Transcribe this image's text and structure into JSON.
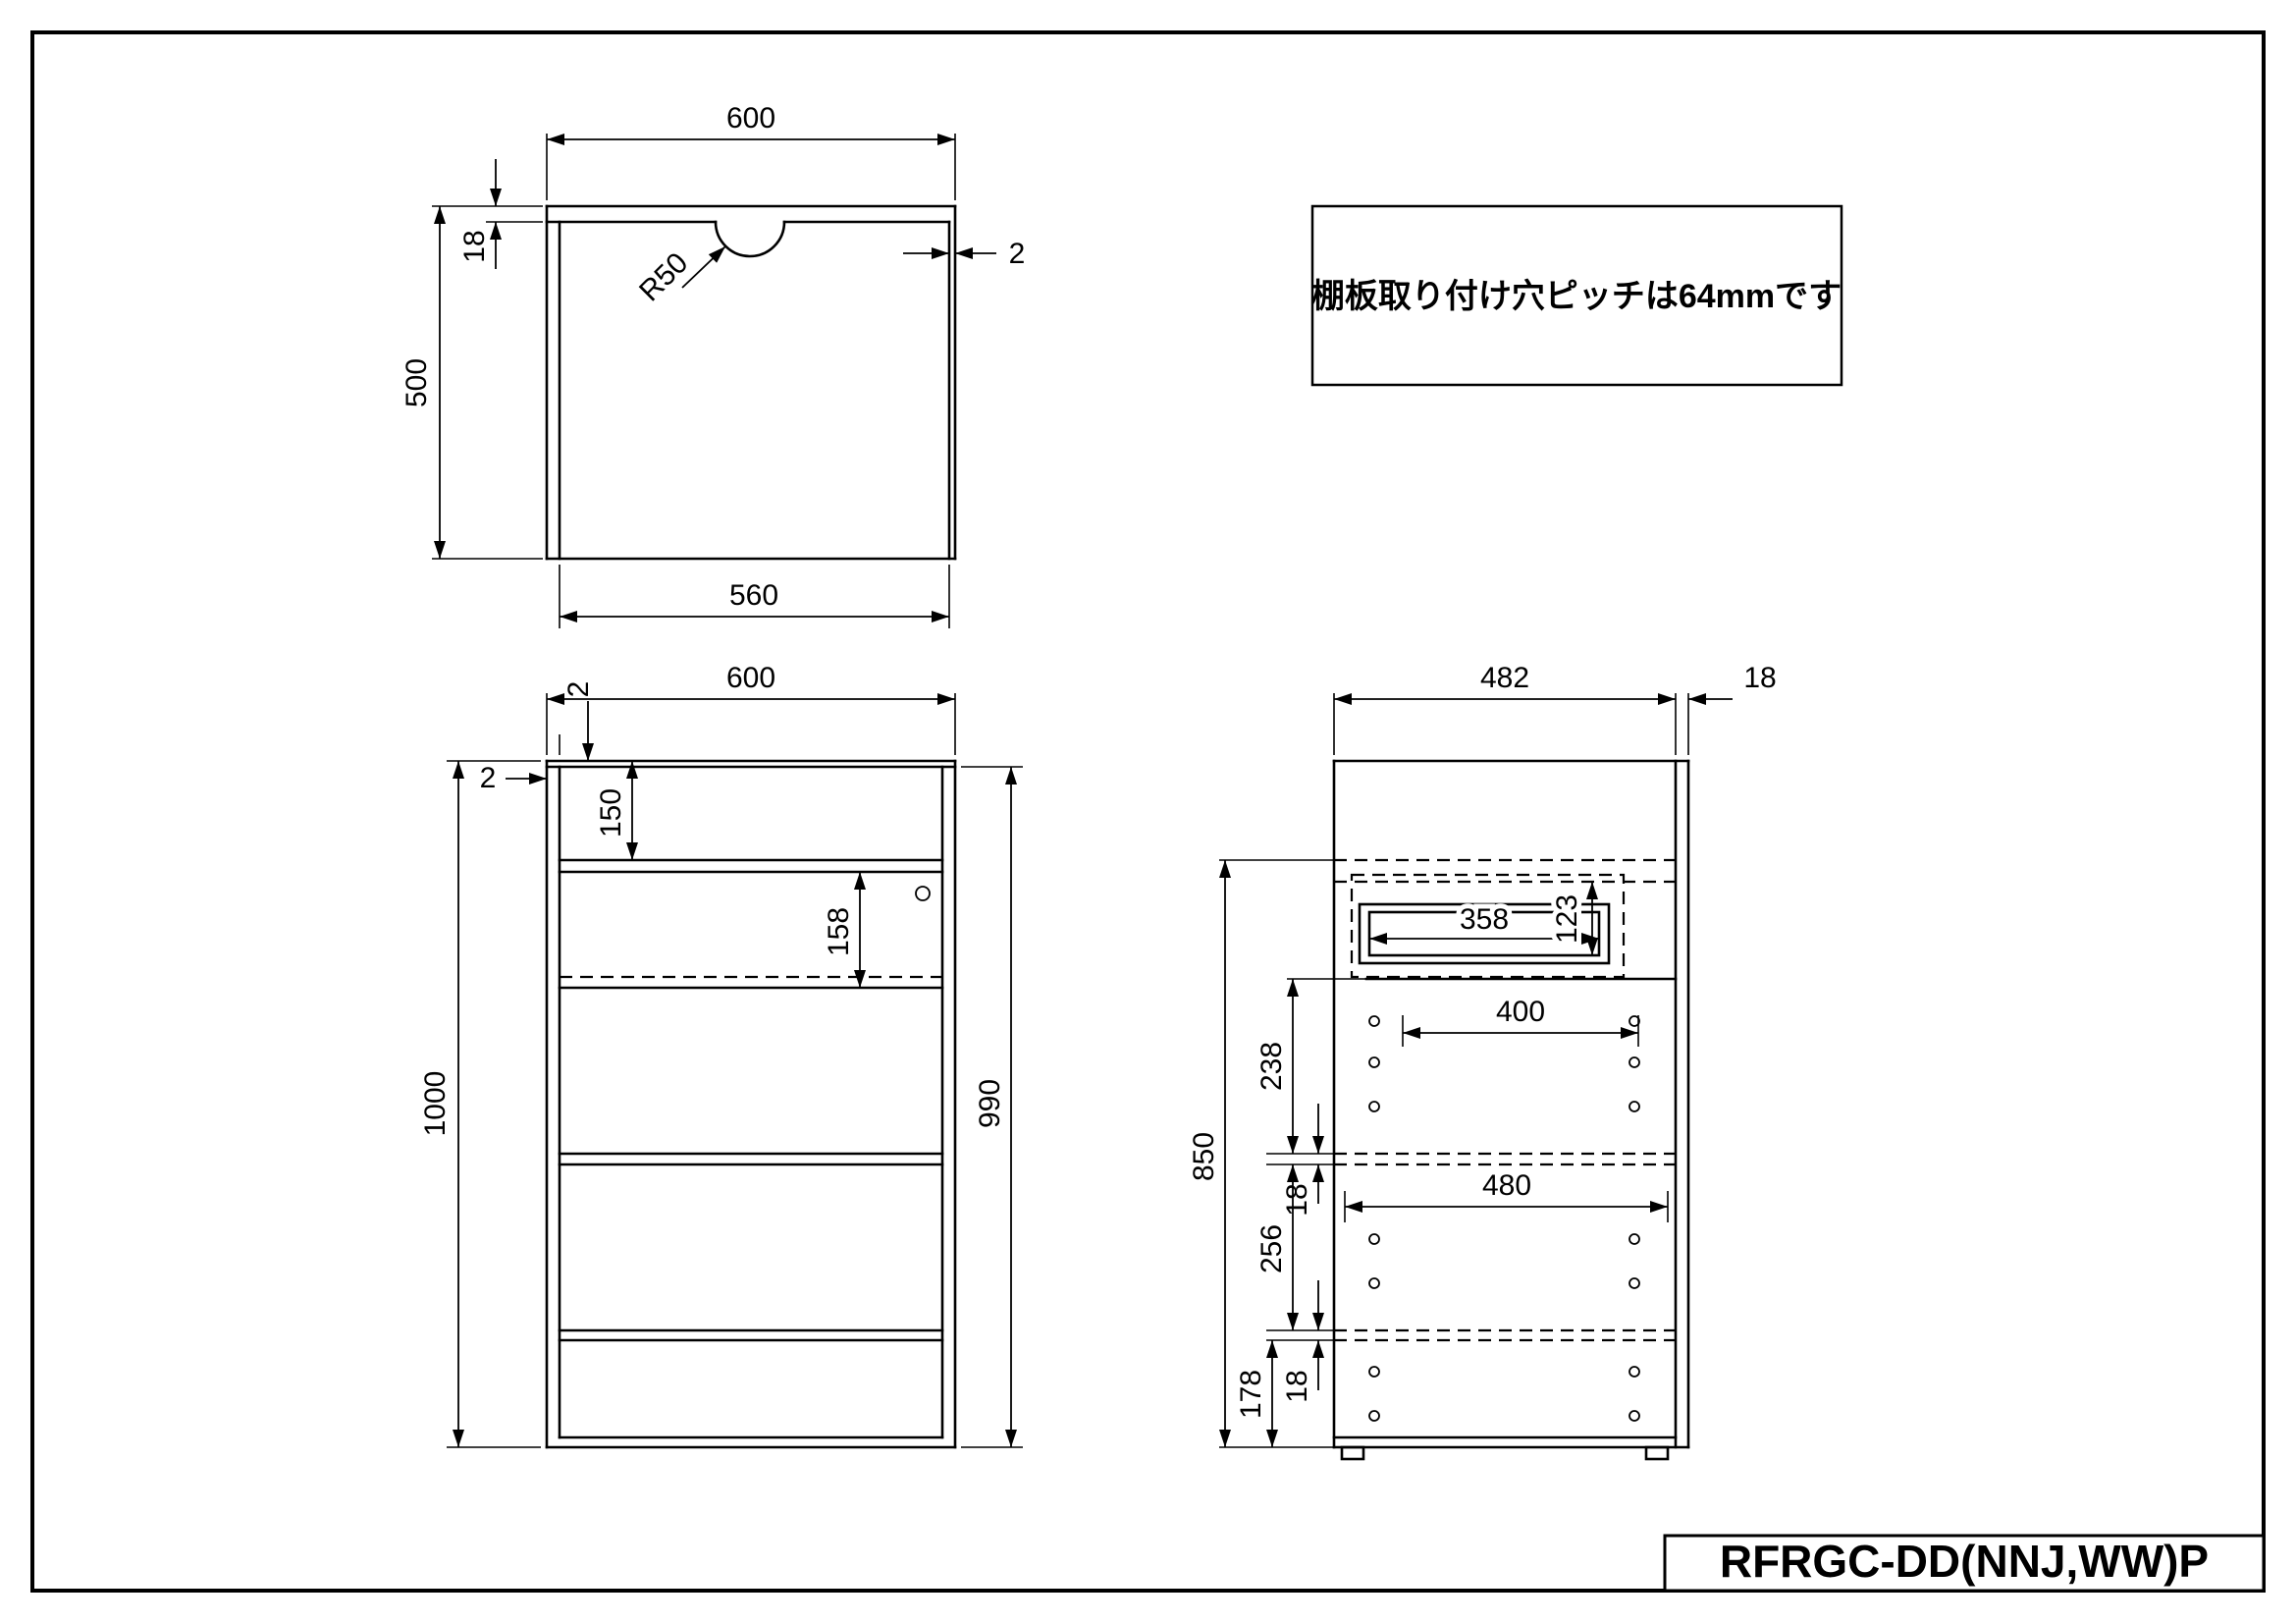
{
  "drawing": {
    "title": "RFRGC-DD(NNJ,WW)P",
    "note": "棚板取り付け穴ピッチは64mmです"
  },
  "top_view": {
    "dims": {
      "width": "600",
      "top_thickness": "18",
      "depth": "500",
      "inner_width": "560",
      "edge": "2",
      "cutout_radius": "R50"
    }
  },
  "front_view": {
    "dims": {
      "width": "600",
      "left_edge": "2",
      "top_edge": "2",
      "top_section": "150",
      "flap_height": "158",
      "height": "1000",
      "inner_height": "990"
    }
  },
  "side_view": {
    "dims": {
      "depth": "482",
      "back_thickness": "18",
      "tray_width": "358",
      "tray_height": "123",
      "height": "850",
      "upper_section": "238",
      "shelf1_thickness": "18",
      "middle_section": "256",
      "shelf2_thickness": "18",
      "bottom_section": "178",
      "hole_span": "400",
      "shelf_span": "480"
    }
  }
}
